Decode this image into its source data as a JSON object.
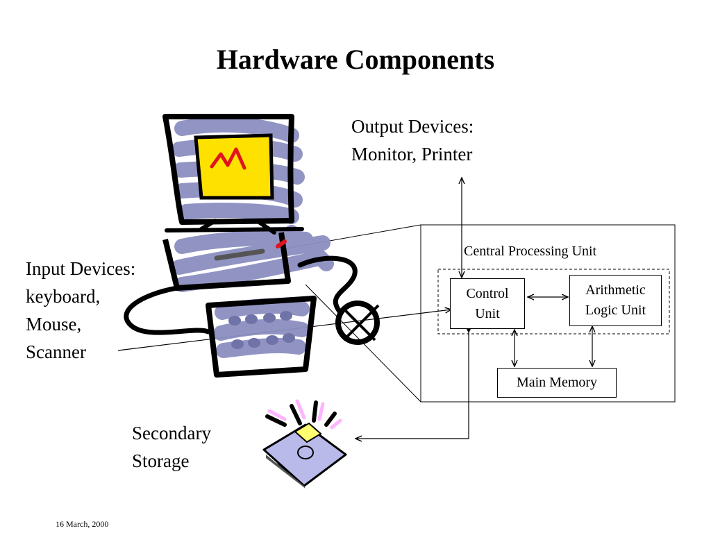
{
  "slide": {
    "title": "Hardware Components",
    "date": "16 March, 2000"
  },
  "labels": {
    "output": [
      "Output Devices:",
      "Monitor, Printer"
    ],
    "input": [
      "Input Devices:",
      "keyboard,",
      "Mouse,",
      "Scanner"
    ],
    "storage": [
      "Secondary",
      "Storage"
    ]
  },
  "cpu": {
    "title": "Central Processing Unit",
    "control_unit": [
      "Control",
      "Unit"
    ],
    "alu": [
      "Arithmetic",
      "Logic Unit"
    ],
    "main_memory": "Main Memory"
  },
  "colors": {
    "scribble_blue": "#8c8fc0",
    "screen_yellow": "#ffe100",
    "accent_red": "#e0141e",
    "disk_gray": "#b9b9ea",
    "flash_pink": "#ffb4ff"
  },
  "icons": [
    "computer-clipart-icon",
    "floppy-disk-icon"
  ]
}
